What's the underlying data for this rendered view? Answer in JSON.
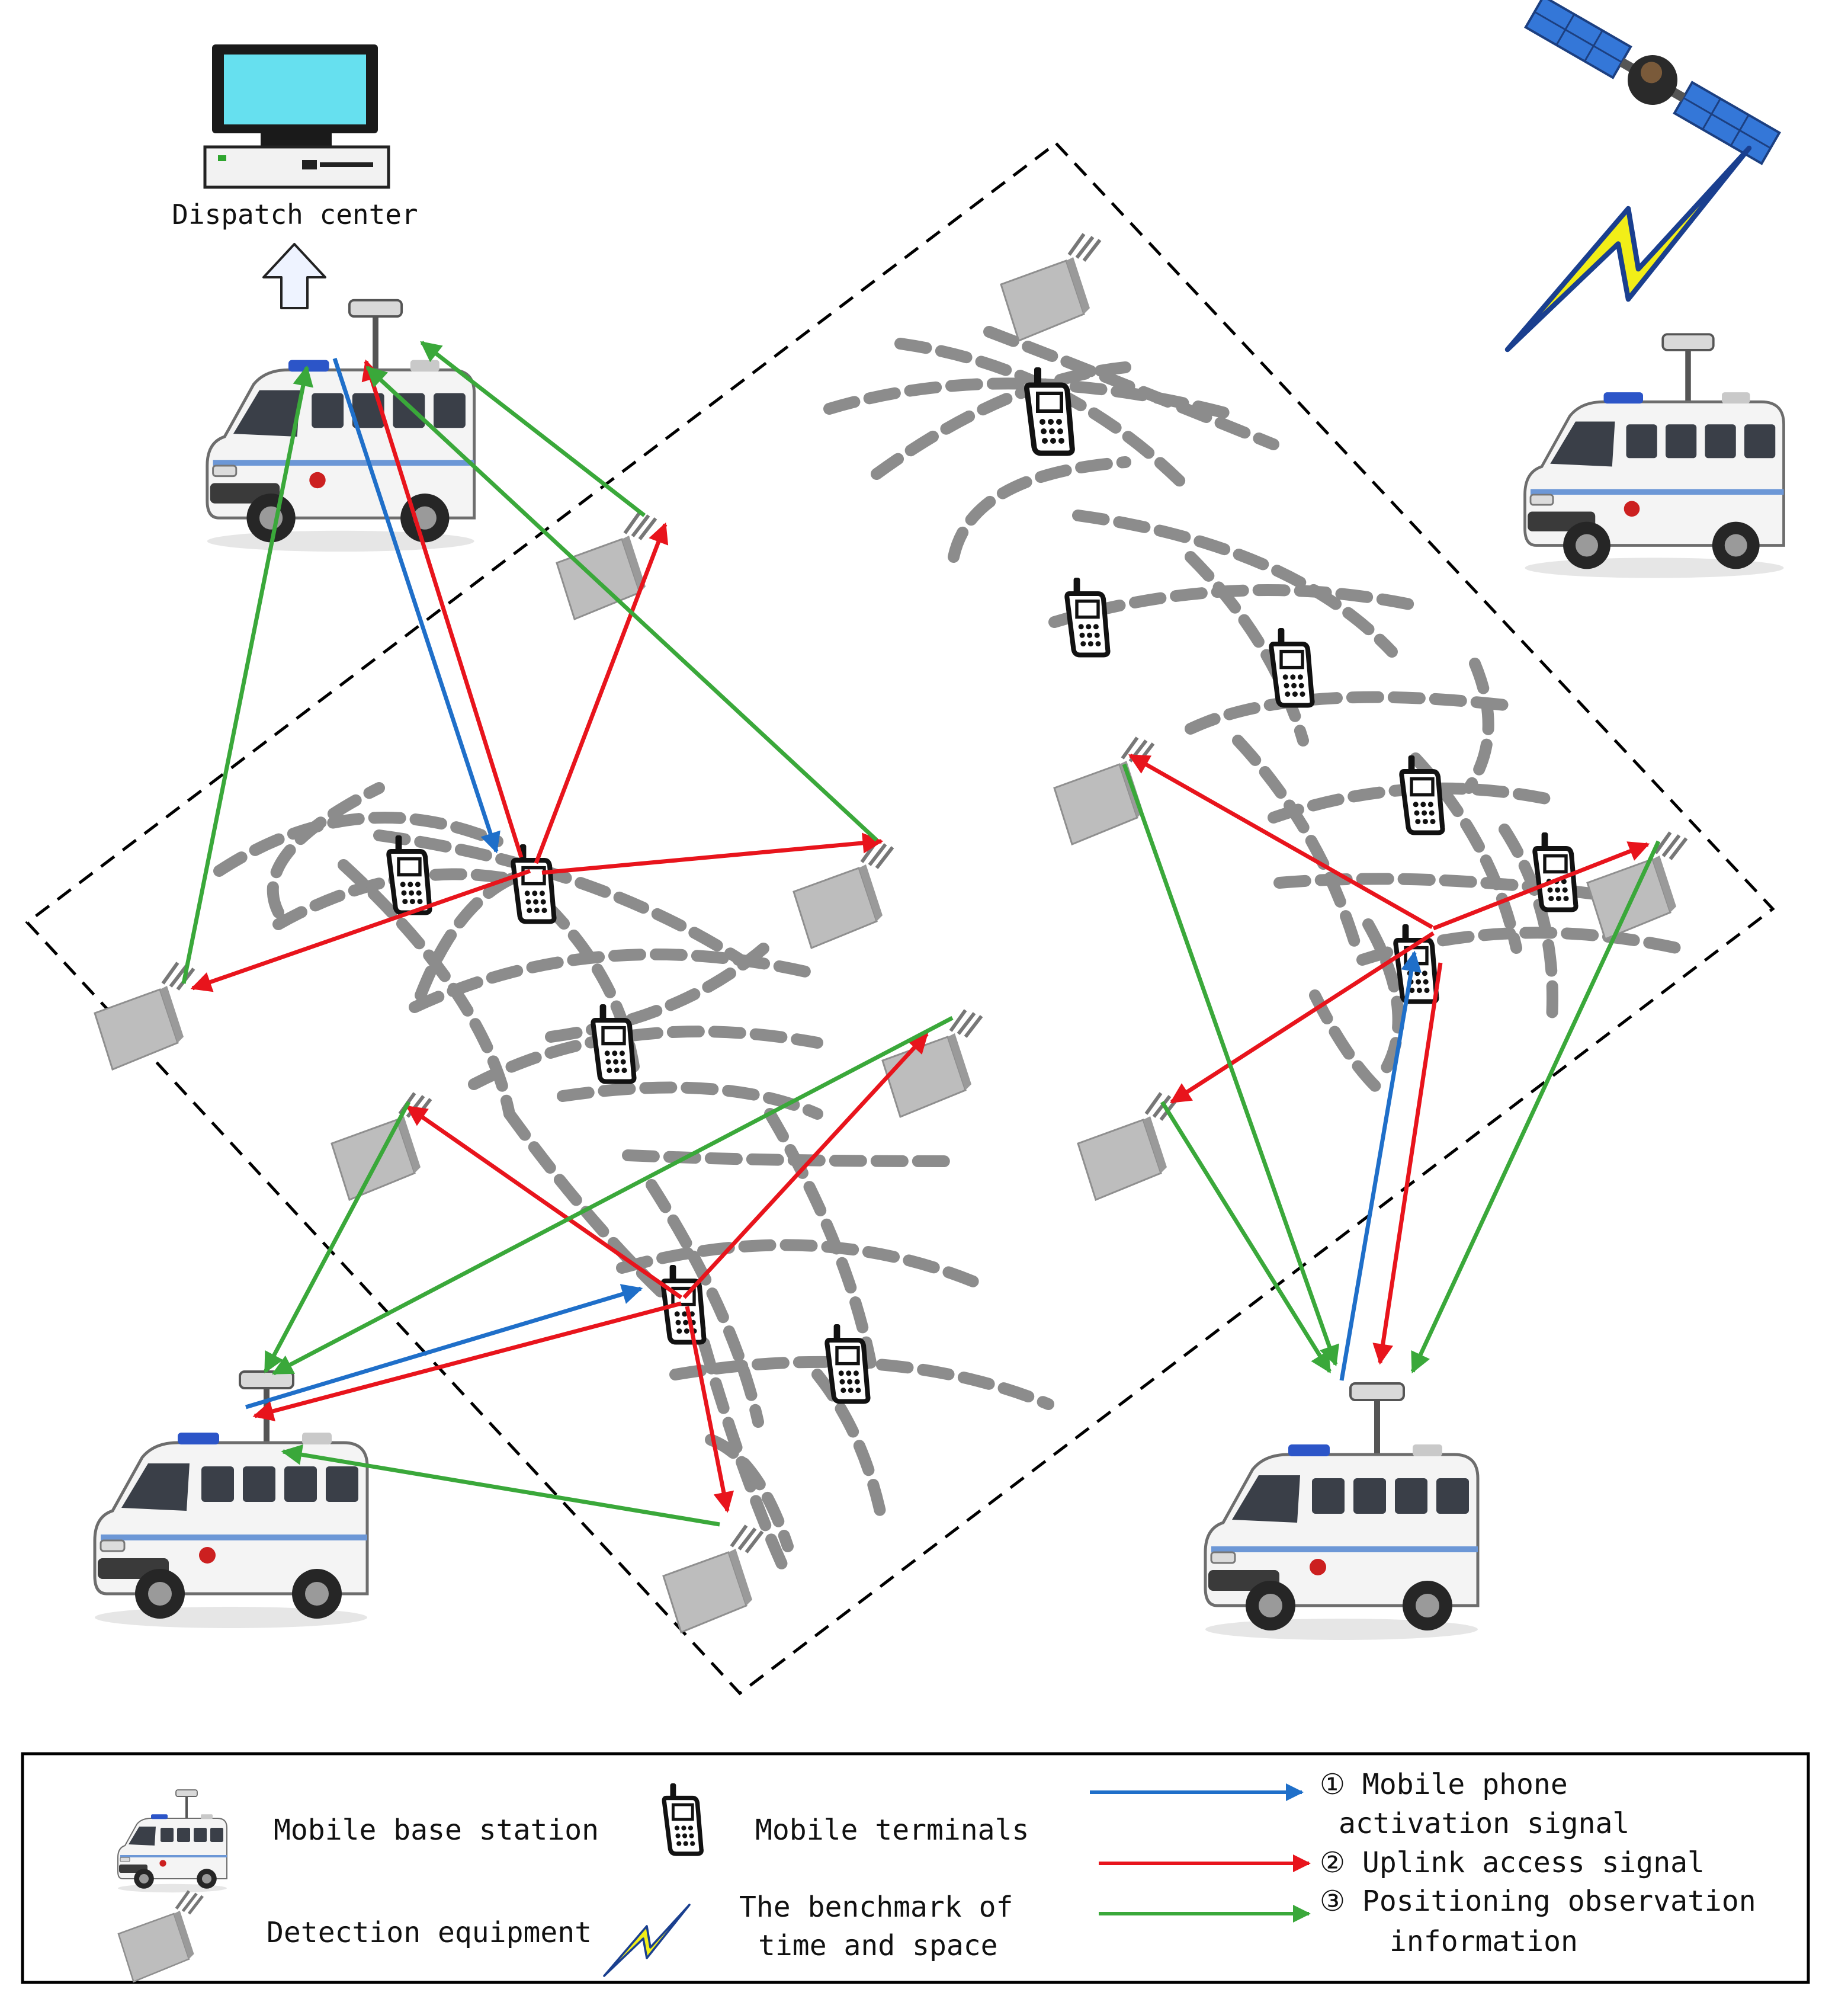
{
  "dispatch_center": {
    "label": "Dispatch center"
  },
  "legend": {
    "mobile_base_station": "Mobile base station",
    "mobile_terminals": "Mobile terminals",
    "detection_equipment": "Detection equipment",
    "benchmark_line1": "The benchmark of",
    "benchmark_line2": "time and space",
    "signal1_line1": "① Mobile phone",
    "signal1_line2": "activation signal",
    "signal2_line1": "② Uplink access signal",
    "signal3_line1": "③ Positioning observation",
    "signal3_line2": "information"
  },
  "colors": {
    "activation": "#1f6fc9",
    "uplink": "#e8141c",
    "positioning": "#3aa83a",
    "boundary": "#000000",
    "wave": "#8c8c8c",
    "lightning_fill": "#f2ee18",
    "lightning_stroke": "#1a3f8f"
  },
  "icons": {
    "base_station": "ambulance-van-icon",
    "detector": "detector-box-icon",
    "terminal": "handset-icon",
    "computer": "computer-icon",
    "satellite": "satellite-icon",
    "lightning": "lightning-icon"
  }
}
